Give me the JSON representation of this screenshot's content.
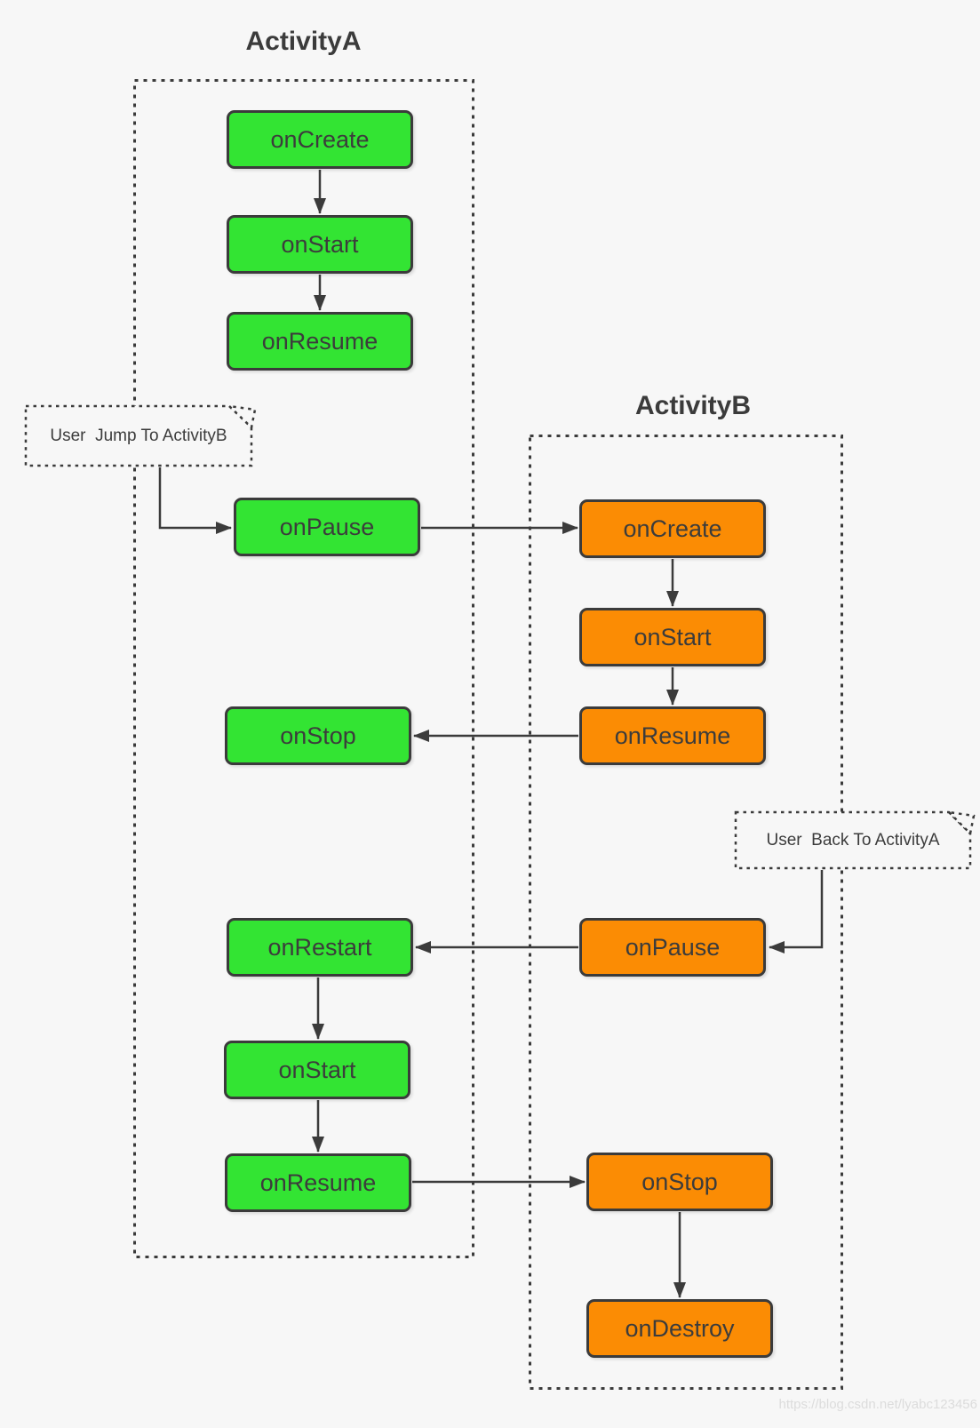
{
  "colors": {
    "green": "#33e433",
    "orange": "#fb8c04",
    "line": "#3b3b3b",
    "text": "#3c3c3c",
    "background": "#f7f7f7",
    "watermark_color": "#dcdcdc"
  },
  "activity_a": {
    "title": "ActivityA",
    "boxes": [
      {
        "label": "onCreate"
      },
      {
        "label": "onStart"
      },
      {
        "label": "onResume"
      },
      {
        "label": "onPause"
      },
      {
        "label": "onStop"
      },
      {
        "label": "onRestart"
      },
      {
        "label": "onStart"
      },
      {
        "label": "onResume"
      }
    ]
  },
  "activity_b": {
    "title": "ActivityB",
    "boxes": [
      {
        "label": "onCreate"
      },
      {
        "label": "onStart"
      },
      {
        "label": "onResume"
      },
      {
        "label": "onPause"
      },
      {
        "label": "onStop"
      },
      {
        "label": "onDestroy"
      }
    ]
  },
  "notes": {
    "jump_label": "User  Jump To ActivityB",
    "back_label": "User  Back To ActivityA"
  },
  "watermark": "https://blog.csdn.net/lyabc123456"
}
